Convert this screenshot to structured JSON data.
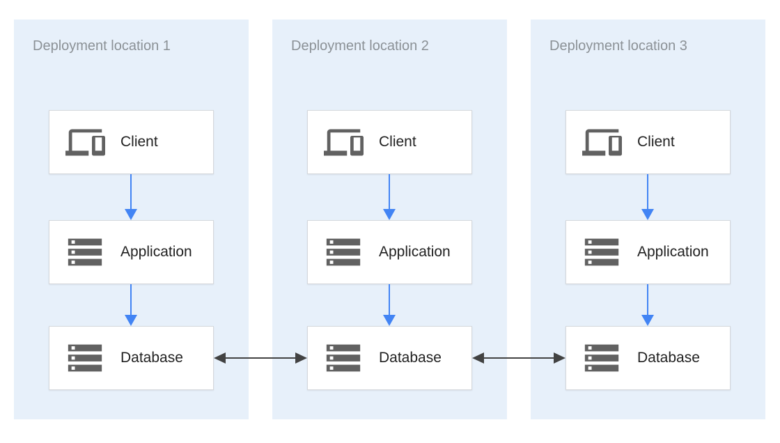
{
  "colors": {
    "panel_bg": "#E7F0FA",
    "box_bg": "#FFFFFF",
    "box_border": "#D5D8DC",
    "title_color": "#8B9196",
    "label_color": "#212121",
    "icon_color": "#616161",
    "flow_arrow_color": "#4284F4",
    "replication_arrow_color": "#424242"
  },
  "diagram": {
    "panels": [
      {
        "title": "Deployment location 1",
        "nodes": [
          {
            "label": "Client",
            "icon": "devices-icon"
          },
          {
            "label": "Application",
            "icon": "storage-icon"
          },
          {
            "label": "Database",
            "icon": "storage-icon"
          }
        ]
      },
      {
        "title": "Deployment location 2",
        "nodes": [
          {
            "label": "Client",
            "icon": "devices-icon"
          },
          {
            "label": "Application",
            "icon": "storage-icon"
          },
          {
            "label": "Database",
            "icon": "storage-icon"
          }
        ]
      },
      {
        "title": "Deployment location 3",
        "nodes": [
          {
            "label": "Client",
            "icon": "devices-icon"
          },
          {
            "label": "Application",
            "icon": "storage-icon"
          },
          {
            "label": "Database",
            "icon": "storage-icon"
          }
        ]
      }
    ],
    "edges": {
      "within_each_location": [
        {
          "from": "Client",
          "to": "Application",
          "style": "blue-arrow-down"
        },
        {
          "from": "Application",
          "to": "Database",
          "style": "blue-arrow-down"
        }
      ],
      "across_locations": [
        {
          "from": "Database (location 1)",
          "to": "Database (location 2)",
          "style": "dark-double-arrow"
        },
        {
          "from": "Database (location 2)",
          "to": "Database (location 3)",
          "style": "dark-double-arrow"
        }
      ]
    }
  }
}
